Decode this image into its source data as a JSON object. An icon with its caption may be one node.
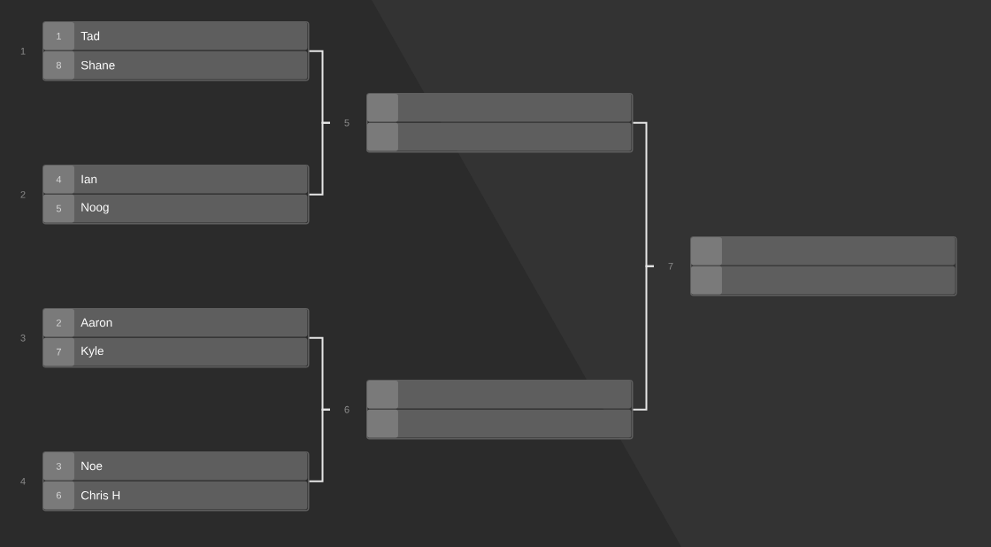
{
  "diagram": {
    "nodes": [
      {
        "text": [],
        "shape": "box",
        "beside": [
          "1"
        ]
      },
      {
        "text": [
          "1",
          "Tad"
        ],
        "in": 0
      },
      {
        "text": [
          "8",
          "Shane"
        ],
        "in": 0
      },
      {
        "text": [],
        "shape": "box",
        "beside": [
          "2"
        ]
      },
      {
        "text": [
          "4",
          "Ian"
        ],
        "in": 3
      },
      {
        "text": [
          "5",
          "Noog"
        ],
        "in": 3
      },
      {
        "text": [],
        "shape": "box",
        "beside": [
          "3"
        ]
      },
      {
        "text": [
          "2",
          "Aaron"
        ],
        "in": 6
      },
      {
        "text": [
          "7",
          "Kyle"
        ],
        "in": 6
      },
      {
        "text": [],
        "shape": "box",
        "beside": [
          "4"
        ]
      },
      {
        "text": [
          "3",
          "Noe"
        ],
        "in": 9
      },
      {
        "text": [
          "6",
          "Chris H"
        ],
        "in": 9
      },
      {
        "text": [],
        "shape": "box",
        "beside": [
          "5"
        ]
      },
      {
        "text": [],
        "shape": "box",
        "in": 12
      },
      {
        "text": [],
        "shape": "box",
        "in": 12
      },
      {
        "text": [],
        "shape": "box",
        "beside": [
          "6"
        ]
      },
      {
        "text": [],
        "shape": "box",
        "in": 15
      },
      {
        "text": [],
        "shape": "box",
        "in": 15
      },
      {
        "text": [],
        "shape": "box",
        "beside": [
          "7"
        ]
      },
      {
        "text": [],
        "shape": "box",
        "in": 18
      },
      {
        "text": [],
        "shape": "box",
        "in": 18
      }
    ],
    "edges": [
      {
        "from": 0,
        "to": 12,
        "arrow": "none"
      },
      {
        "from": 3,
        "to": 12,
        "arrow": "none"
      },
      {
        "from": 6,
        "to": 15,
        "arrow": "none"
      },
      {
        "from": 9,
        "to": 15,
        "arrow": "none"
      },
      {
        "from": 12,
        "to": 18,
        "arrow": "none"
      },
      {
        "from": 15,
        "to": 18,
        "arrow": "none"
      }
    ]
  }
}
